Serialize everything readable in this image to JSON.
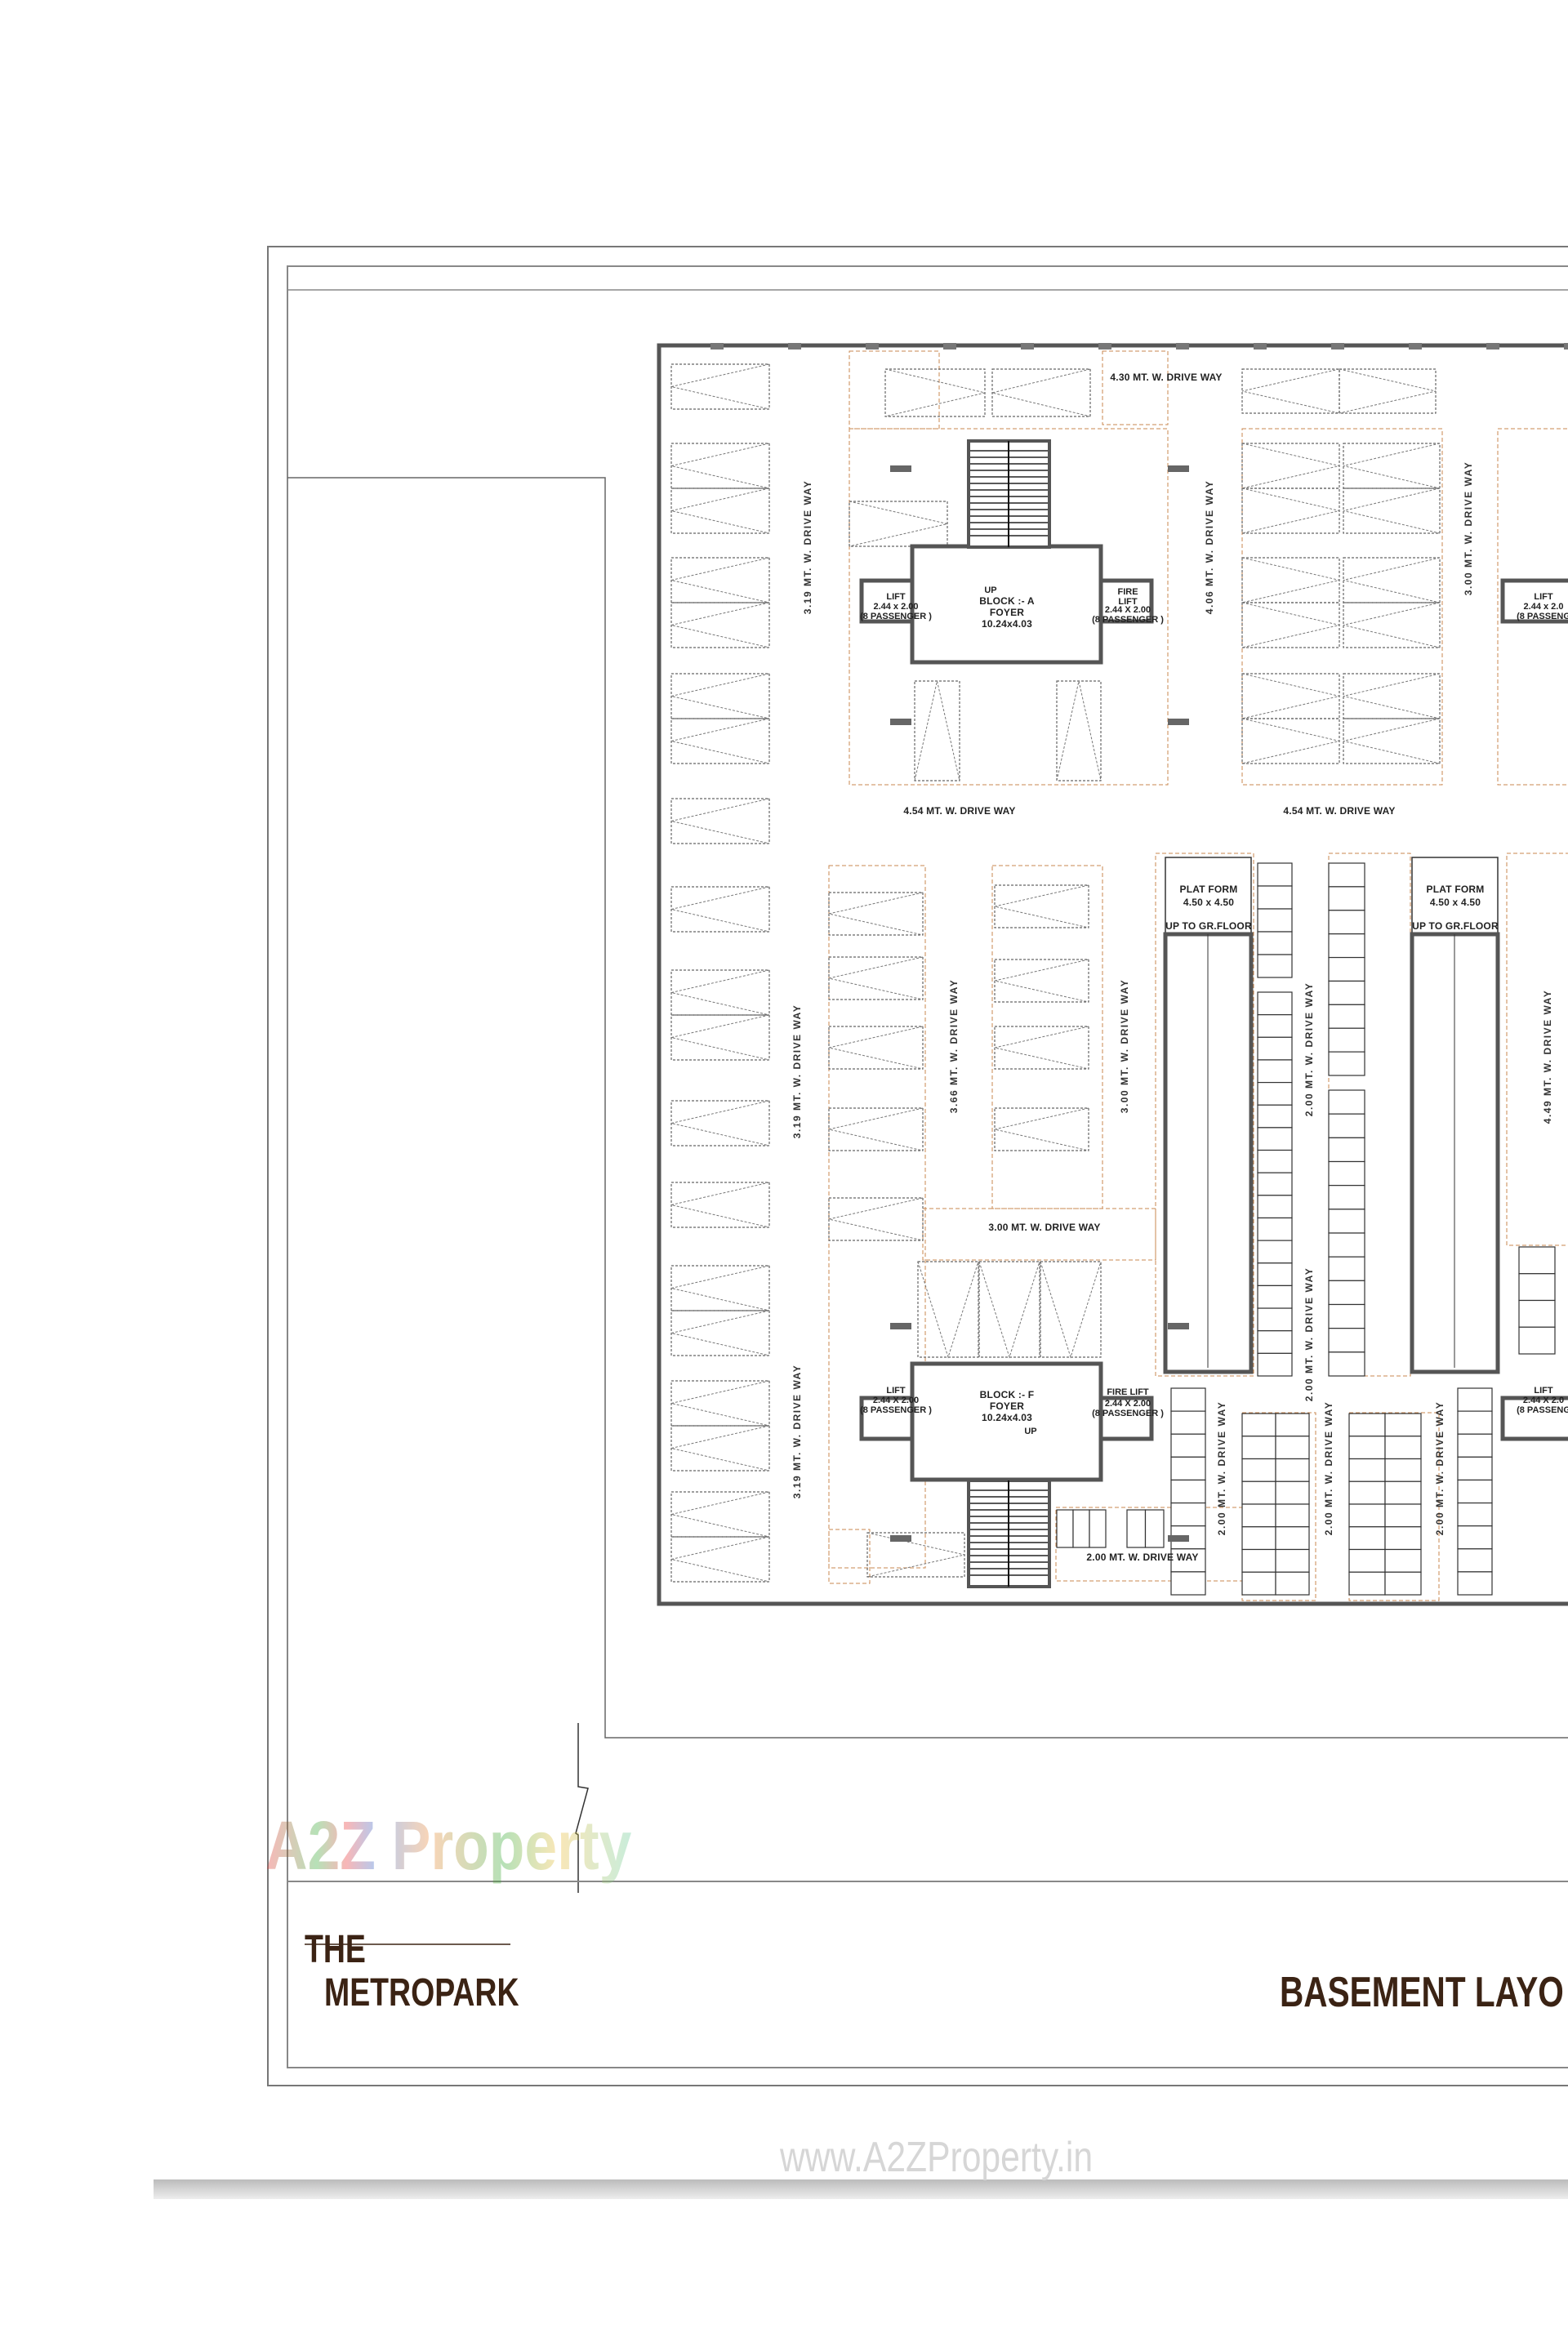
{
  "project": {
    "line1": "THE",
    "line2": "METROPARK"
  },
  "sheet_title": "BASEMENT LAYO",
  "watermark": {
    "logo": "A2Z Property",
    "url": "www.A2ZProperty.in"
  },
  "colors": {
    "title": "#3b2314",
    "walls": "#555555",
    "zone_outline": "#c8874f",
    "stall_lines": "#666666"
  },
  "drive_ways": [
    {
      "text": "4.30 MT. W. DRIVE WAY",
      "orientation": "horizontal"
    },
    {
      "text": "3.19 MT. W. DRIVE WAY",
      "orientation": "vertical"
    },
    {
      "text": "4.06 MT. W. DRIVE WAY",
      "orientation": "vertical"
    },
    {
      "text": "3.00 MT. W. DRIVE WAY",
      "orientation": "vertical"
    },
    {
      "text": "4.54 MT. W. DRIVE WAY",
      "orientation": "horizontal"
    },
    {
      "text": "4.54 MT. W. DRIVE WAY",
      "orientation": "horizontal"
    },
    {
      "text": "3.19 MT. W. DRIVE WAY",
      "orientation": "vertical"
    },
    {
      "text": "3.66 MT. W. DRIVE WAY",
      "orientation": "vertical"
    },
    {
      "text": "3.00 MT. W. DRIVE WAY",
      "orientation": "vertical"
    },
    {
      "text": "2.00 MT. W. DRIVE WAY",
      "orientation": "vertical"
    },
    {
      "text": "4.49 MT. W. DRIVE WAY",
      "orientation": "vertical"
    },
    {
      "text": "3.00 MT. W. DRIVE WAY",
      "orientation": "horizontal"
    },
    {
      "text": "2.00 MT. W. DRIVE WAY",
      "orientation": "vertical"
    },
    {
      "text": "3.19 MT. W. DRIVE WAY",
      "orientation": "vertical"
    },
    {
      "text": "2.00 MT. W. DRIVE WAY",
      "orientation": "vertical"
    },
    {
      "text": "2.00 MT. W. DRIVE WAY",
      "orientation": "vertical"
    },
    {
      "text": "2.00 MT. W. DRIVE WAY",
      "orientation": "vertical"
    },
    {
      "text": "2.00 MT. W. DRIVE WAY",
      "orientation": "horizontal"
    }
  ],
  "blocks": [
    {
      "name": "BLOCK :- A",
      "foyer": "FOYER",
      "foyer_size": "10.24x4.03",
      "stair": "UP",
      "lift": {
        "title": "LIFT",
        "size": "2.44 x 2.00",
        "capacity": "(8 PASSENGER )"
      },
      "fire_lift": {
        "title": "FIRE",
        "title2": "LIFT",
        "size": "2.44 X 2.00",
        "capacity": "(8 PASSENGER )"
      },
      "right_lift_partial": {
        "title": "LIFT",
        "size": "2.44 x 2.0",
        "capacity": "(8 PASSENG"
      }
    },
    {
      "name": "BLOCK :- F",
      "foyer": "FOYER",
      "foyer_size": "10.24x4.03",
      "stair": "UP",
      "lift": {
        "title": "LIFT",
        "size": "2.44 X 2.00",
        "capacity": "(8 PASSENGER )"
      },
      "fire_lift": {
        "title": "FIRE LIFT",
        "size": "2.44 X 2.00",
        "capacity": "(8 PASSENGER )"
      },
      "right_lift_partial": {
        "title": "LIFT",
        "size": "2.44 X 2.0",
        "capacity": "(8 PASSENG"
      }
    }
  ],
  "platforms": [
    {
      "title": "PLAT FORM",
      "size": "4.50 x 4.50",
      "note": "UP TO GR.FLOOR"
    },
    {
      "title": "PLAT FORM",
      "size": "4.50 x 4.50",
      "note": "UP TO GR.FLOOR"
    }
  ]
}
